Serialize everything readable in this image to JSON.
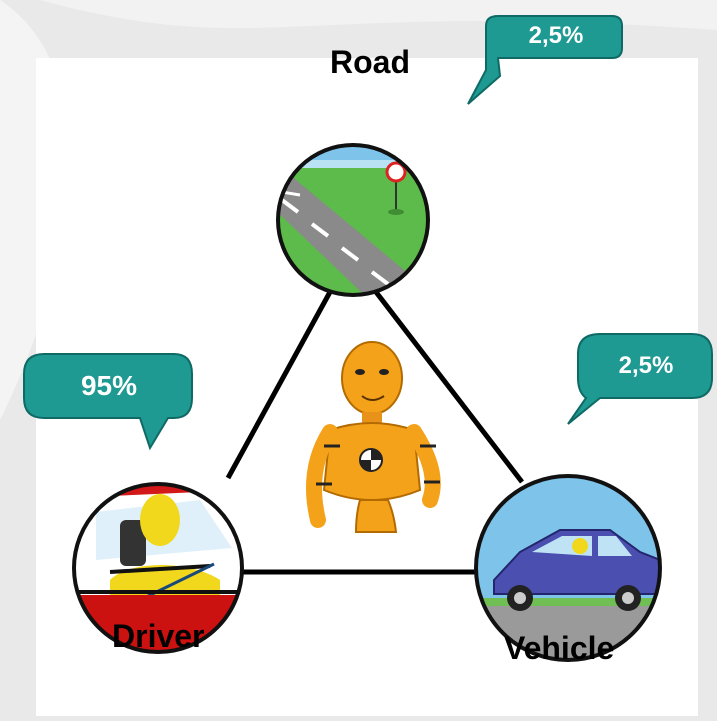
{
  "nodes": {
    "road": {
      "label": "Road",
      "share": "2,5%"
    },
    "driver": {
      "label": "Driver",
      "share": "95%"
    },
    "vehicle": {
      "label": "Vehicle",
      "share": "2,5%"
    }
  },
  "colors": {
    "bubble": "#1e9a92",
    "bubble_outline": "#0f6a65",
    "dummy": "#f5a21b",
    "road_grass": "#5cbb4a",
    "sky": "#7ec3ea",
    "car_body": "#4a4fb0",
    "driver_car": "#cc1111",
    "triangle": "#000000"
  }
}
